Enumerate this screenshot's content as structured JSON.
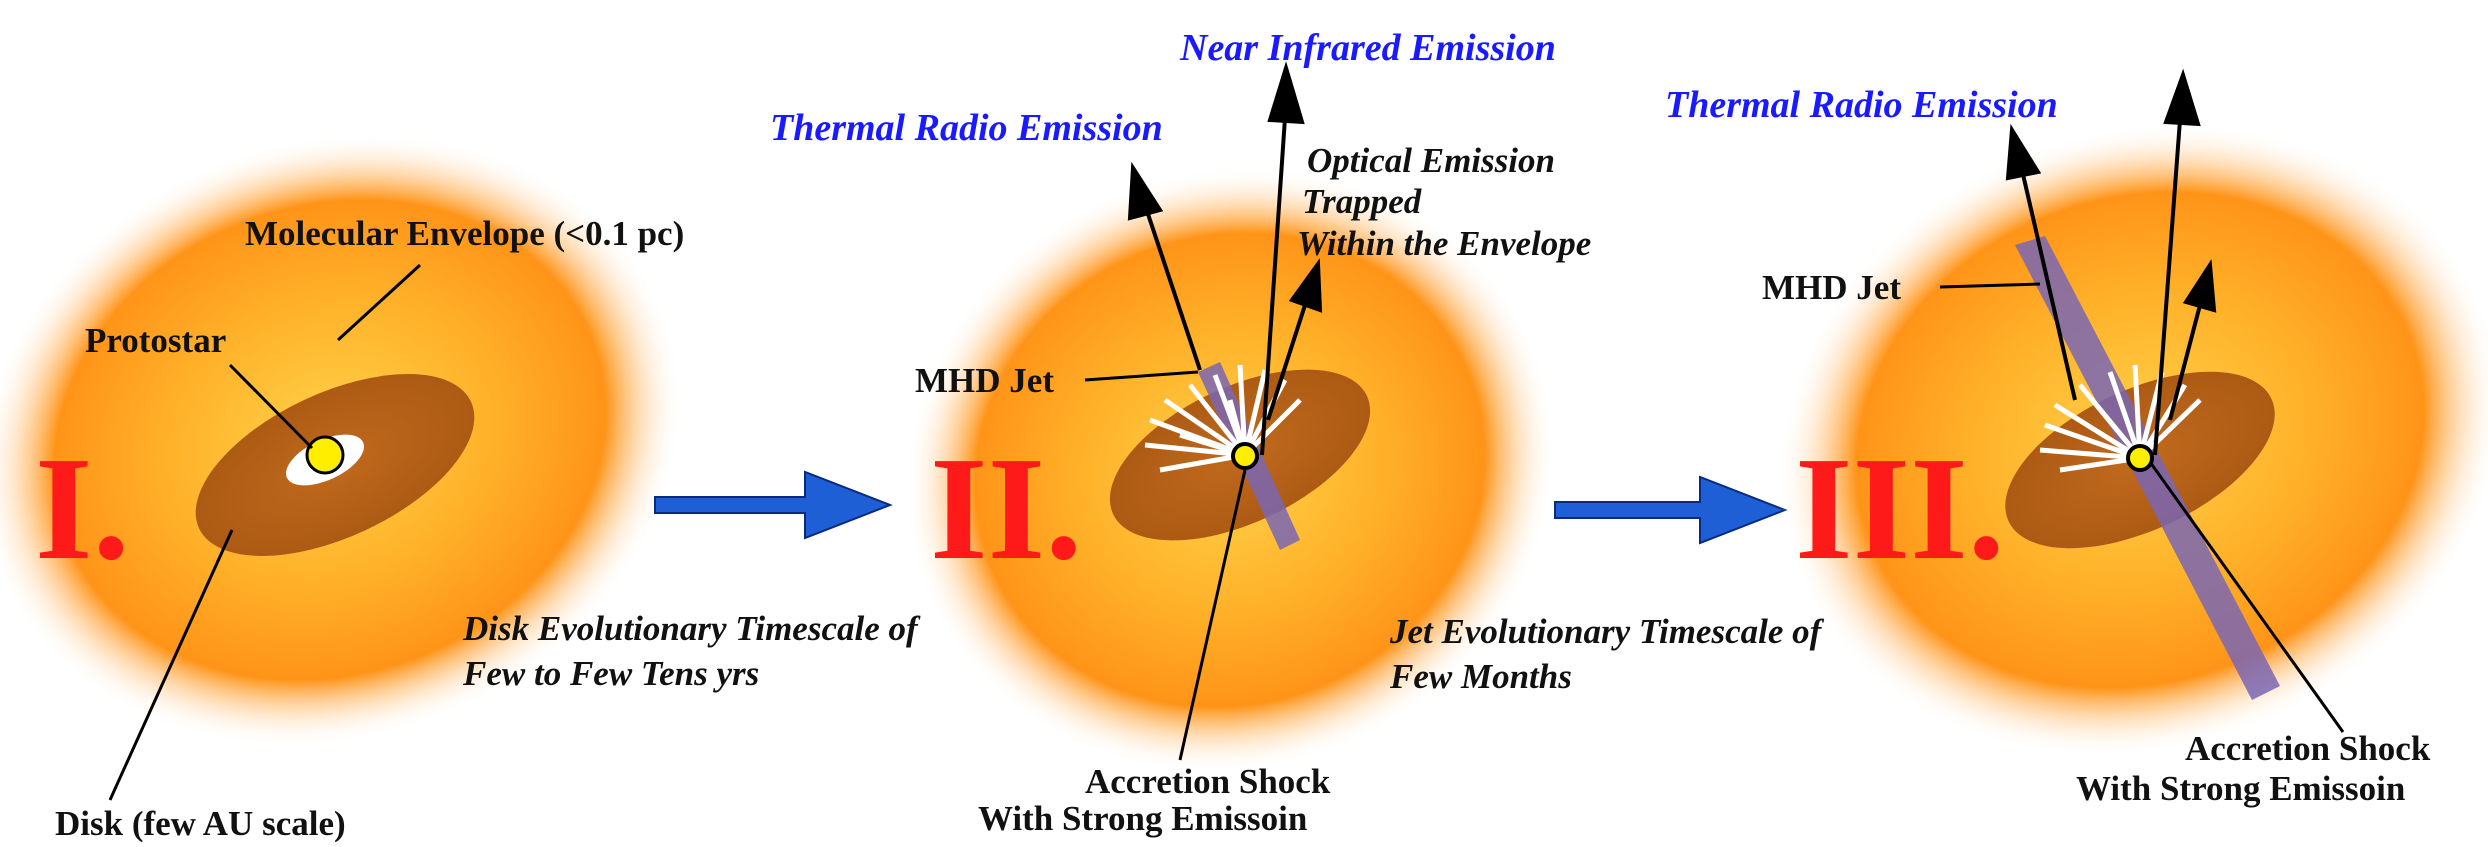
{
  "colors": {
    "stage_numeral": "#ff1a1a",
    "emission_label": "#1a1aff",
    "arrow": "#1f5fd6",
    "disk": "#b8621a",
    "envelope": "#ff9a1a",
    "jet": "#7a66b3",
    "star": "#ffee00"
  },
  "stages": [
    {
      "numeral": "I.",
      "labels": {
        "envelope": "Molecular Envelope (<0.1 pc)",
        "protostar": "Protostar",
        "disk": "Disk (few AU scale)"
      }
    },
    {
      "numeral": "II.",
      "labels": {
        "near_infrared": "Near Infrared Emission",
        "thermal_radio": "Thermal Radio Emission",
        "optical_1": "Optical Emission",
        "optical_2": "Trapped",
        "optical_3": "Within the Envelope",
        "mhd_jet": "MHD Jet",
        "accretion_1": "Accretion Shock",
        "accretion_2": "With Strong Emissoin"
      }
    },
    {
      "numeral": "III.",
      "labels": {
        "thermal_radio": "Thermal Radio Emission",
        "mhd_jet": "MHD Jet",
        "accretion_1": "Accretion Shock",
        "accretion_2": "With Strong Emissoin"
      }
    }
  ],
  "transitions": [
    {
      "line1": "Disk Evolutionary Timescale of",
      "line2": "Few to Few Tens yrs"
    },
    {
      "line1": "Jet Evolutionary Timescale of",
      "line2": "Few Months"
    }
  ]
}
